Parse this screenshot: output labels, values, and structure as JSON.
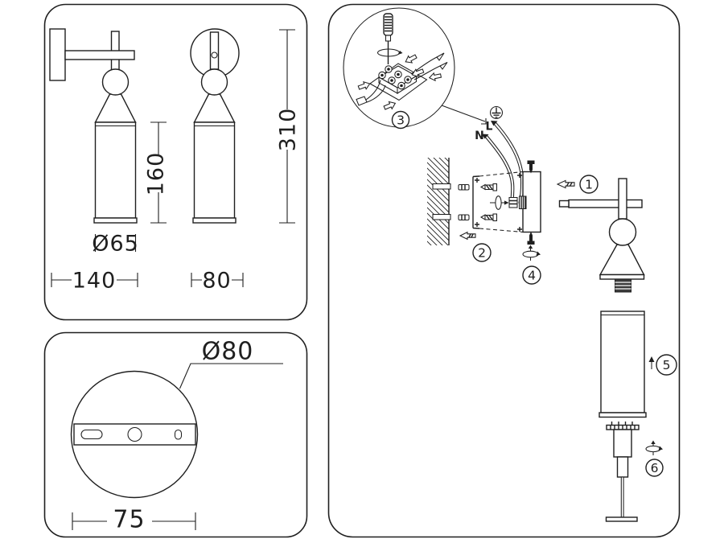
{
  "colors": {
    "background": "#ffffff",
    "line": "#1f1f1f",
    "panel_fill": "#ffffff"
  },
  "dimension_panel": {
    "shade_height": "160",
    "overall_height": "310",
    "shade_diameter": "Ø65",
    "side_width": "140",
    "front_width": "80"
  },
  "base_panel": {
    "plate_diameter": "Ø80",
    "hole_spacing": "75"
  },
  "assembly_panel": {
    "wiring": {
      "live": "L",
      "neutral": "N"
    },
    "steps": {
      "arm": "1",
      "bracket": "2",
      "terminal": "3",
      "screws": "4",
      "shade": "5",
      "bulb": "6"
    }
  },
  "icons": {
    "earth": "earth-ground-symbol",
    "screwdriver": "screwdriver",
    "rotate": "rotate-disc-arrow",
    "push": "push-direction-arrow"
  }
}
